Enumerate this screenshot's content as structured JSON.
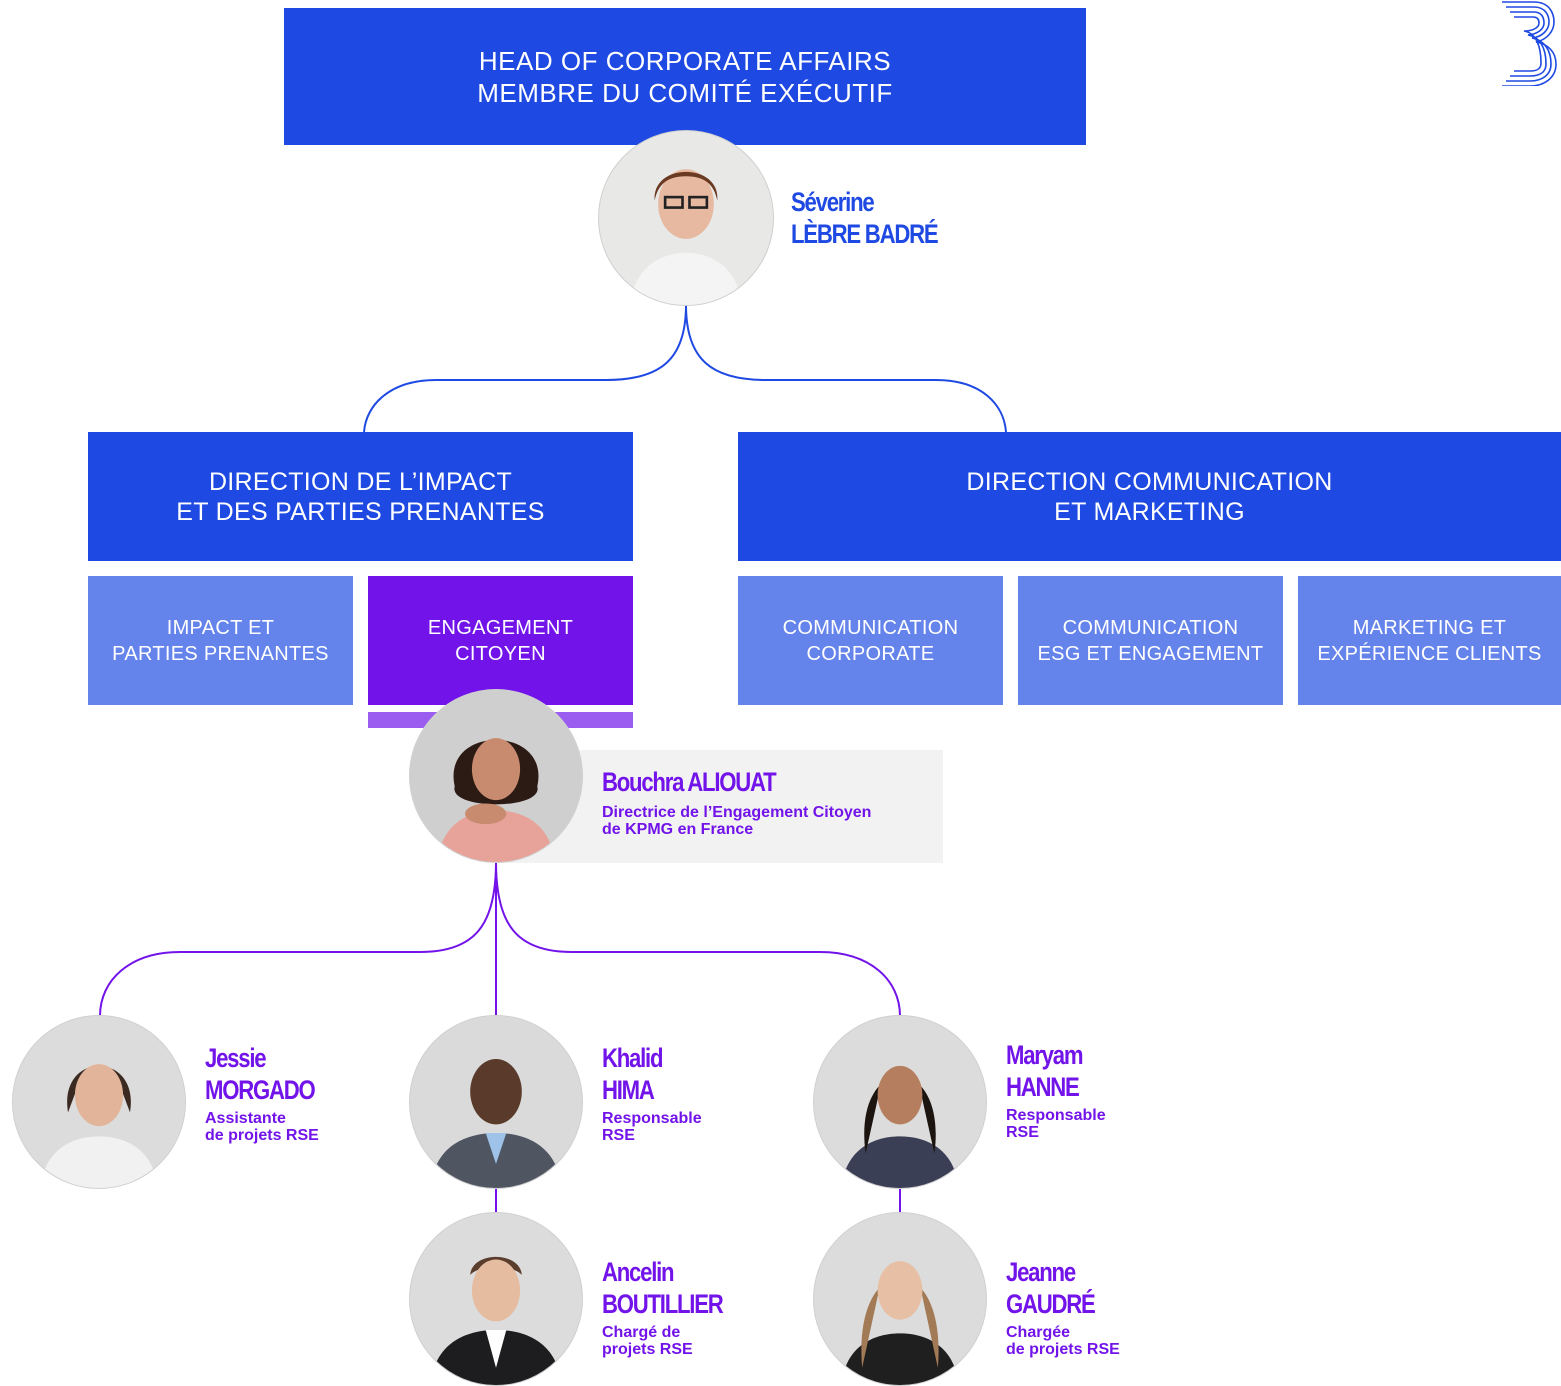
{
  "colors": {
    "primary_blue": "#1e49e2",
    "light_blue": "#6483eb",
    "purple": "#7213ea",
    "light_purple": "#9b5cf0",
    "card_grey": "#f2f2f2"
  },
  "logo": {
    "icon": "kpmg-3-icon"
  },
  "head": {
    "title_line1": "HEAD OF CORPORATE AFFAIRS",
    "title_line2": "MEMBRE DU COMITÉ EXÉCUTIF",
    "person": {
      "first": "Séverine",
      "last": "LÈBRE BADRÉ"
    }
  },
  "directions": [
    {
      "line1": "DIRECTION DE L’IMPACT",
      "line2": "ET DES PARTIES PRENANTES",
      "teams": [
        {
          "line1": "IMPACT ET",
          "line2": "PARTIES PRENANTES"
        },
        {
          "line1": "ENGAGEMENT",
          "line2": "CITOYEN"
        }
      ]
    },
    {
      "line1": "DIRECTION COMMUNICATION",
      "line2": "ET MARKETING",
      "teams": [
        {
          "line1": "COMMUNICATION",
          "line2": "CORPORATE"
        },
        {
          "line1": "COMMUNICATION",
          "line2": "ESG ET ENGAGEMENT"
        },
        {
          "line1": "MARKETING ET",
          "line2": "EXPÉRIENCE CLIENTS"
        }
      ]
    }
  ],
  "director": {
    "name": "Bouchra ALIOUAT",
    "role_line1": "Directrice de l’Engagement Citoyen",
    "role_line2": "de KPMG en France"
  },
  "team_members": [
    {
      "first": "Jessie",
      "last": "MORGADO",
      "role_line1": "Assistante",
      "role_line2": "de projets RSE"
    },
    {
      "first": "Khalid",
      "last": "HIMA",
      "role_line1": "Responsable",
      "role_line2": "RSE"
    },
    {
      "first": "Maryam",
      "last": "HANNE",
      "role_line1": "Responsable",
      "role_line2": "RSE"
    },
    {
      "first": "Ancelin",
      "last": "BOUTILLIER",
      "role_line1": "Chargé de",
      "role_line2": "projets RSE"
    },
    {
      "first": "Jeanne",
      "last": "GAUDRÉ",
      "role_line1": "Chargée",
      "role_line2": "de projets RSE"
    }
  ]
}
